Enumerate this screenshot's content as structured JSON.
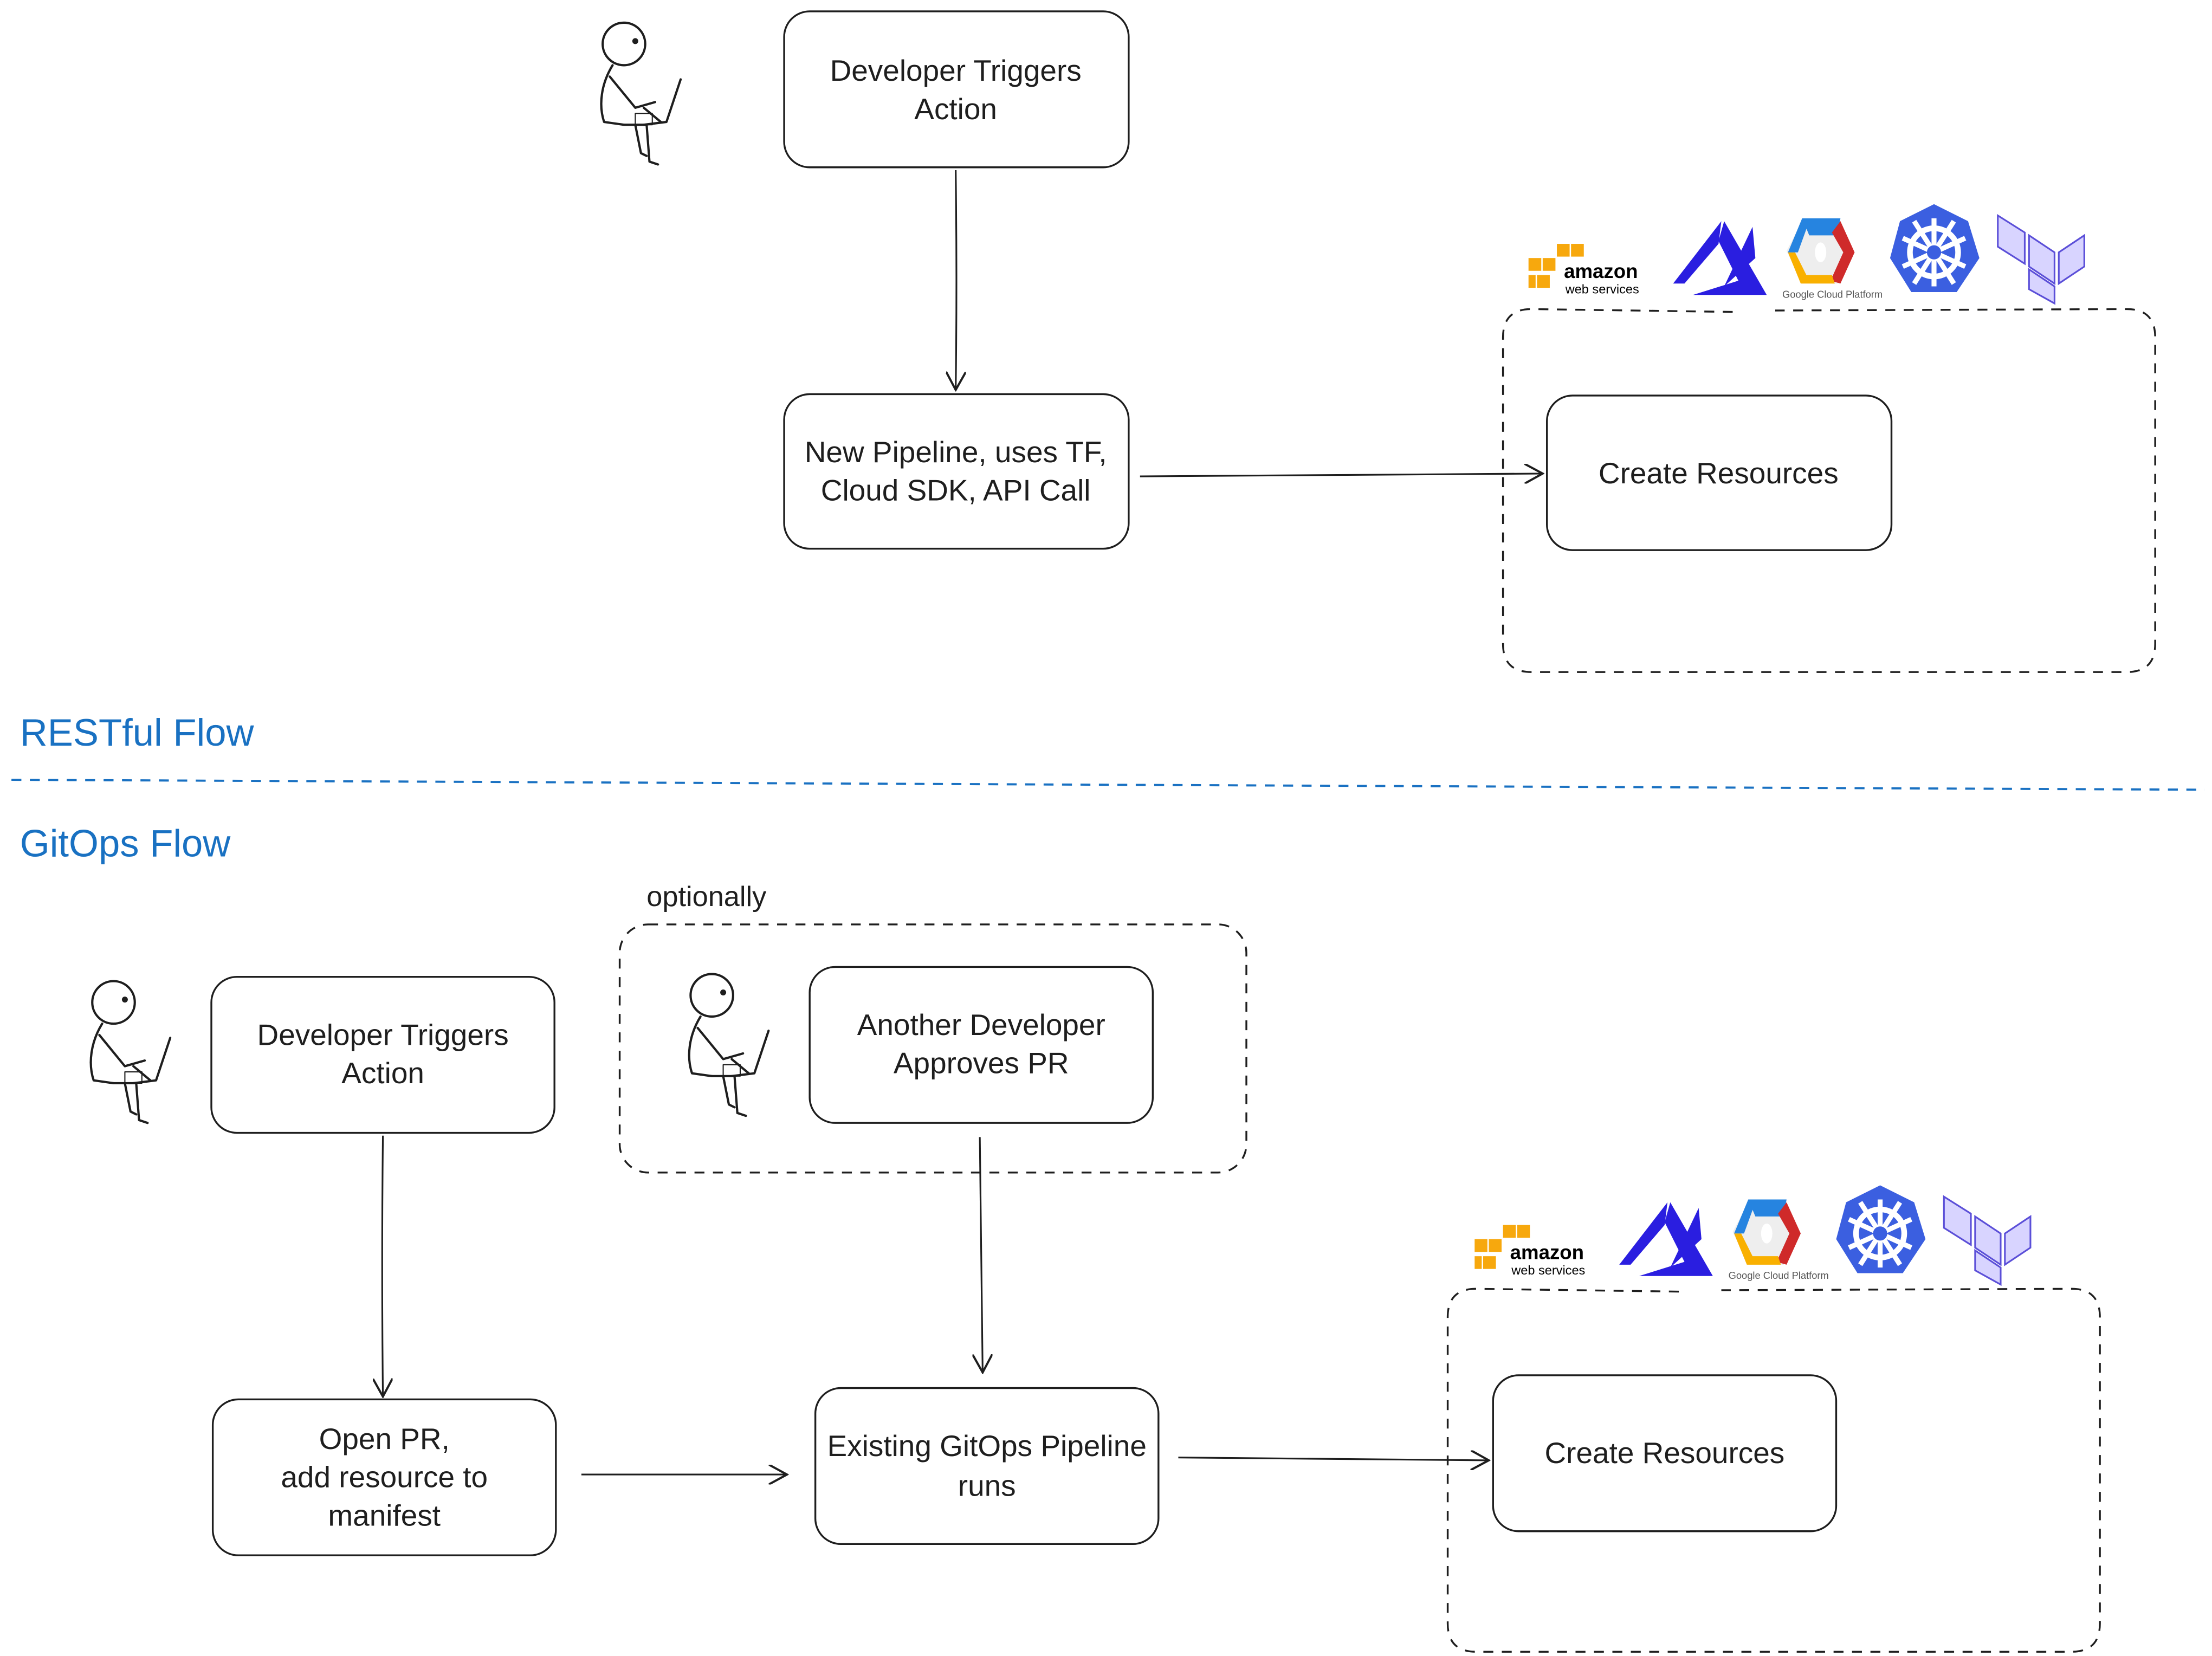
{
  "restful": {
    "section_title": "RESTful Flow",
    "trigger_box": [
      "Developer Triggers",
      "Action"
    ],
    "pipeline_box": [
      "New Pipeline, uses TF,",
      "Cloud SDK, API Call"
    ],
    "create_box": [
      "Create Resources"
    ]
  },
  "gitops": {
    "section_title": "GitOps Flow",
    "optional_label": "optionally",
    "trigger_box": [
      "Developer Triggers",
      "Action"
    ],
    "approve_box": [
      "Another Developer",
      "Approves PR"
    ],
    "pr_box": [
      "Open PR,",
      "add resource to",
      "manifest"
    ],
    "pipeline_box": [
      "Existing GitOps Pipeline",
      "runs"
    ],
    "create_box": [
      "Create Resources"
    ]
  },
  "providers": {
    "aws_logo_text": [
      "amazon",
      "web services"
    ],
    "gcp_logo_text": "Google Cloud Platform",
    "icons": [
      "aws-logo",
      "azure-logo",
      "gcp-logo",
      "kubernetes-logo",
      "terraform-logo"
    ]
  },
  "colors": {
    "accent": "#1971c2",
    "stroke": "#1e1e1e",
    "aws": "#f7a80d",
    "azure": "#2a1ee0",
    "kubernetes": "#3b5fe0",
    "terraform": "#5b4fd8"
  }
}
